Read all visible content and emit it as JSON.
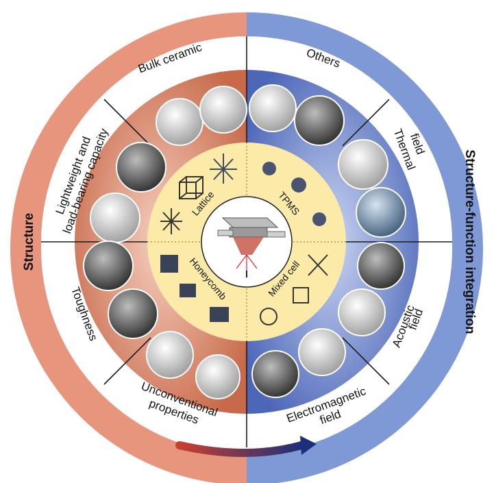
{
  "ring_labels": {
    "left": "Structure",
    "right": "Structure-function integration"
  },
  "sectors": {
    "bulk_ceramic": "Bulk ceramic",
    "others": "Others",
    "thermal_line1": "Thermal",
    "thermal_line2": "field",
    "acoustic_line1": "Acoustic",
    "acoustic_line2": "field",
    "em_line1": "Electromagnetic",
    "em_line2": "field",
    "unconv_line1": "Unconventional",
    "unconv_line2": "properties",
    "toughness": "Toughness",
    "lightweight_line1": "Lightweight and",
    "lightweight_line2": "load-bearing capacity"
  },
  "inner": {
    "lattice": "Lattice",
    "tpms": "TPMS",
    "honeycomb": "Honeycomb",
    "mixed_cell": "Mixed cell"
  },
  "colors": {
    "structure_ring": "#e8957e",
    "function_ring": "#7f99d6",
    "structure_band": "#c97a5f",
    "function_band": "#5f78c0",
    "sector_white": "#ffffff",
    "inner_yellow": "#fbeaa8",
    "arrow_start": "#c8402e",
    "arrow_end": "#1d2f7a"
  }
}
